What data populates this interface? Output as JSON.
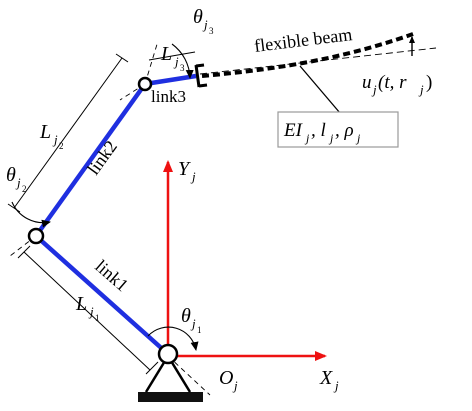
{
  "colors": {
    "link": "#1f2fe0",
    "axis": "#ee1111",
    "beam": "#000000",
    "ink": "#000000"
  },
  "labels": {
    "flexible_beam": "flexible beam",
    "link1": "link1",
    "link2": "link2",
    "link3": "link3",
    "L": "L",
    "j1": "j",
    "j1_sub": "1",
    "j2": "j",
    "j2_sub": "2",
    "j3": "j",
    "j3_sub": "3",
    "theta": "θ",
    "X": "X",
    "Y": "Y",
    "O": "O",
    "j": "j",
    "u_expr": "u",
    "u_sub": "j",
    "u_args": "(t, r",
    "u_args_sub": "j",
    "u_args_close": ")",
    "params_box": "EI",
    "params_j": "j",
    "params_l": ", l",
    "params_l_j": "j",
    "params_rho": ", ρ",
    "params_rho_j": "j"
  }
}
